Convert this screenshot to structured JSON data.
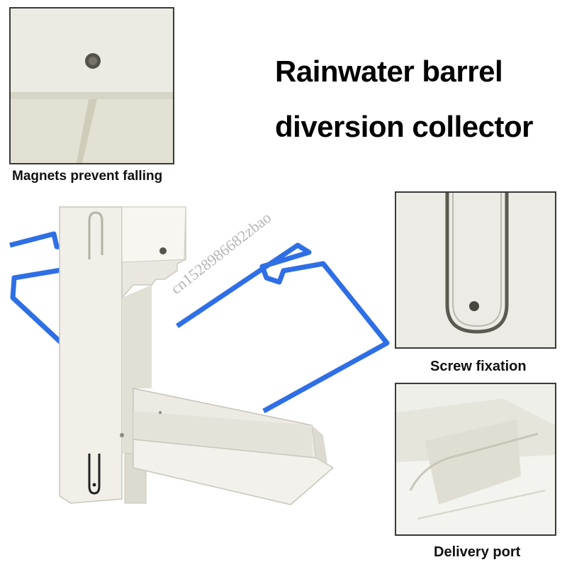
{
  "title": {
    "line1": "Rainwater barrel",
    "line2": "diversion collector"
  },
  "captions": {
    "magnet": "Magnets prevent falling",
    "screw": "Screw fixation",
    "delivery": "Delivery port"
  },
  "watermark": "cn1528986682zbao",
  "colors": {
    "outline_blue": "#2f6fe6",
    "product_body": "#eeeae0",
    "panel_border": "#3a3a3a",
    "background": "#ffffff"
  }
}
